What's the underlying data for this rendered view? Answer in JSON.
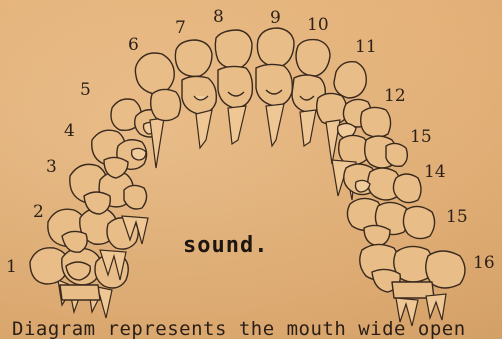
{
  "diagram": {
    "tooth_labels": [
      "1",
      "2",
      "3",
      "4",
      "5",
      "6",
      "7",
      "8",
      "9",
      "10",
      "11",
      "12",
      "15",
      "14",
      "15",
      "16"
    ],
    "center_word": "sound.",
    "caption": "Diagram represents the mouth wide open"
  },
  "colors": {
    "paper": "#e6b47c",
    "ink": "#3a2a1e"
  }
}
